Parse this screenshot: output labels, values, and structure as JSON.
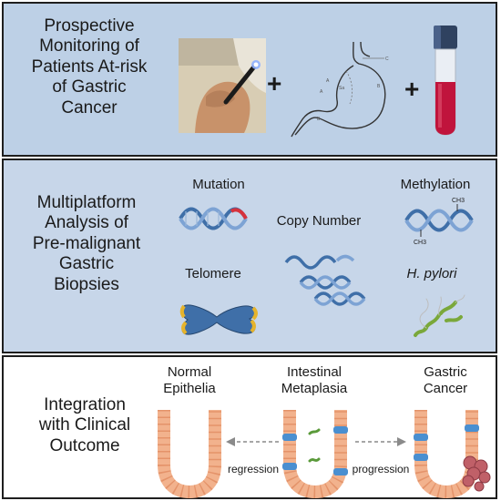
{
  "panel1": {
    "title_lines": [
      "Prospective",
      "Monitoring of",
      "Patients At-risk",
      "of Gastric",
      "Cancer"
    ],
    "plus": "+",
    "stomach_letters": [
      "A",
      "B",
      "C",
      "A",
      "B",
      "Sa"
    ]
  },
  "panel2": {
    "title_lines": [
      "Multiplatform",
      "Analysis of",
      "Pre-malignant",
      "Gastric",
      "Biopsies"
    ],
    "labels": {
      "mutation": "Mutation",
      "copy_number": "Copy Number",
      "methylation": "Methylation",
      "telomere": "Telomere",
      "h_pylori": "H. pylori"
    },
    "methyl_tag": "CH3"
  },
  "panel3": {
    "title_lines": [
      "Integration",
      "with Clinical",
      "Outcome"
    ],
    "stages": [
      {
        "lines": [
          "Normal",
          "Epithelia"
        ]
      },
      {
        "lines": [
          "Intestinal",
          "Metaplasia"
        ]
      },
      {
        "lines": [
          "Gastric",
          "Cancer"
        ]
      }
    ],
    "regression": "regression",
    "progression": "progression"
  },
  "colors": {
    "panel_top": "#bdd0e6",
    "panel_mid": "#c7d6e9",
    "blood": "#c0143c",
    "dna": "#3f6fa8",
    "epithelium": "#f2b28d",
    "metaplasia_marker": "#4a8fd0",
    "tumor": "#c06068",
    "bacteria": "#7aa83a"
  }
}
